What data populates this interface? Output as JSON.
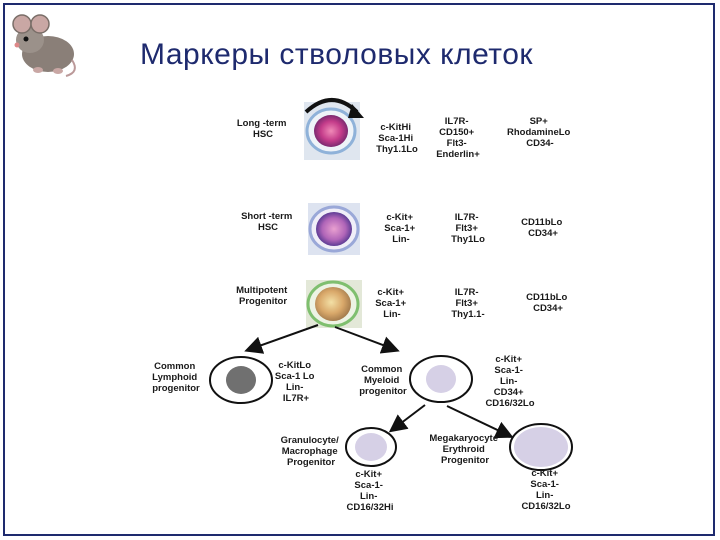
{
  "title": "Маркеры стволовых клеток",
  "icons": {
    "logo": "mouse-icon"
  },
  "stages": {
    "lt_hsc": {
      "label": [
        "Long -term",
        "HSC"
      ],
      "col1": [
        "c-KitHi",
        "Sca-1Hi",
        "Thy1.1Lo"
      ],
      "col2": [
        "IL7R-",
        "CD150+",
        "Flt3-",
        "Enderlin+"
      ],
      "col3": [
        "SP+",
        "RhodamineLo",
        "CD34-"
      ]
    },
    "st_hsc": {
      "label": [
        "Short -term",
        "HSC"
      ],
      "col1": [
        "c-Kit+",
        "Sca-1+",
        "Lin-"
      ],
      "col2": [
        "IL7R-",
        "Flt3+",
        "Thy1Lo"
      ],
      "col3": [
        "CD11bLo",
        "CD34+"
      ]
    },
    "mpp": {
      "label": [
        "Multipotent",
        "Progenitor"
      ],
      "col1": [
        "c-Kit+",
        "Sca-1+",
        "Lin-"
      ],
      "col2": [
        "IL7R-",
        "Flt3+",
        "Thy1.1-"
      ],
      "col3": [
        "CD11bLo",
        "CD34+"
      ]
    },
    "clp": {
      "label": [
        "Common",
        "Lymphoid",
        "progenitor"
      ],
      "markers": [
        "c-KitLo",
        "Sca-1 Lo",
        "Lin-",
        "IL7R+"
      ]
    },
    "cmp": {
      "label": [
        "Common",
        "Myeloid",
        "progenitor"
      ],
      "markers": [
        "c-Kit+",
        "Sca-1-",
        "Lin-",
        "CD34+",
        "CD16/32Lo"
      ]
    },
    "gmp": {
      "label": [
        "Granulocyte/",
        "Macrophage",
        "Progenitor"
      ],
      "markers": [
        "c-Kit+",
        "Sca-1-",
        "Lin-",
        "CD16/32Hi"
      ]
    },
    "mep": {
      "label": [
        "Megakaryocyte",
        "Erythroid",
        "Progenitor"
      ],
      "markers": [
        "c-Kit+",
        "Sca-1-",
        "Lin-",
        "CD16/32Lo"
      ]
    }
  },
  "colors": {
    "title": "#1e2a6e",
    "frame": "#1e2a6e",
    "text": "#1a1a1a",
    "clp_cell": "#707070",
    "myeloid_cell": "#d6d0e6"
  }
}
